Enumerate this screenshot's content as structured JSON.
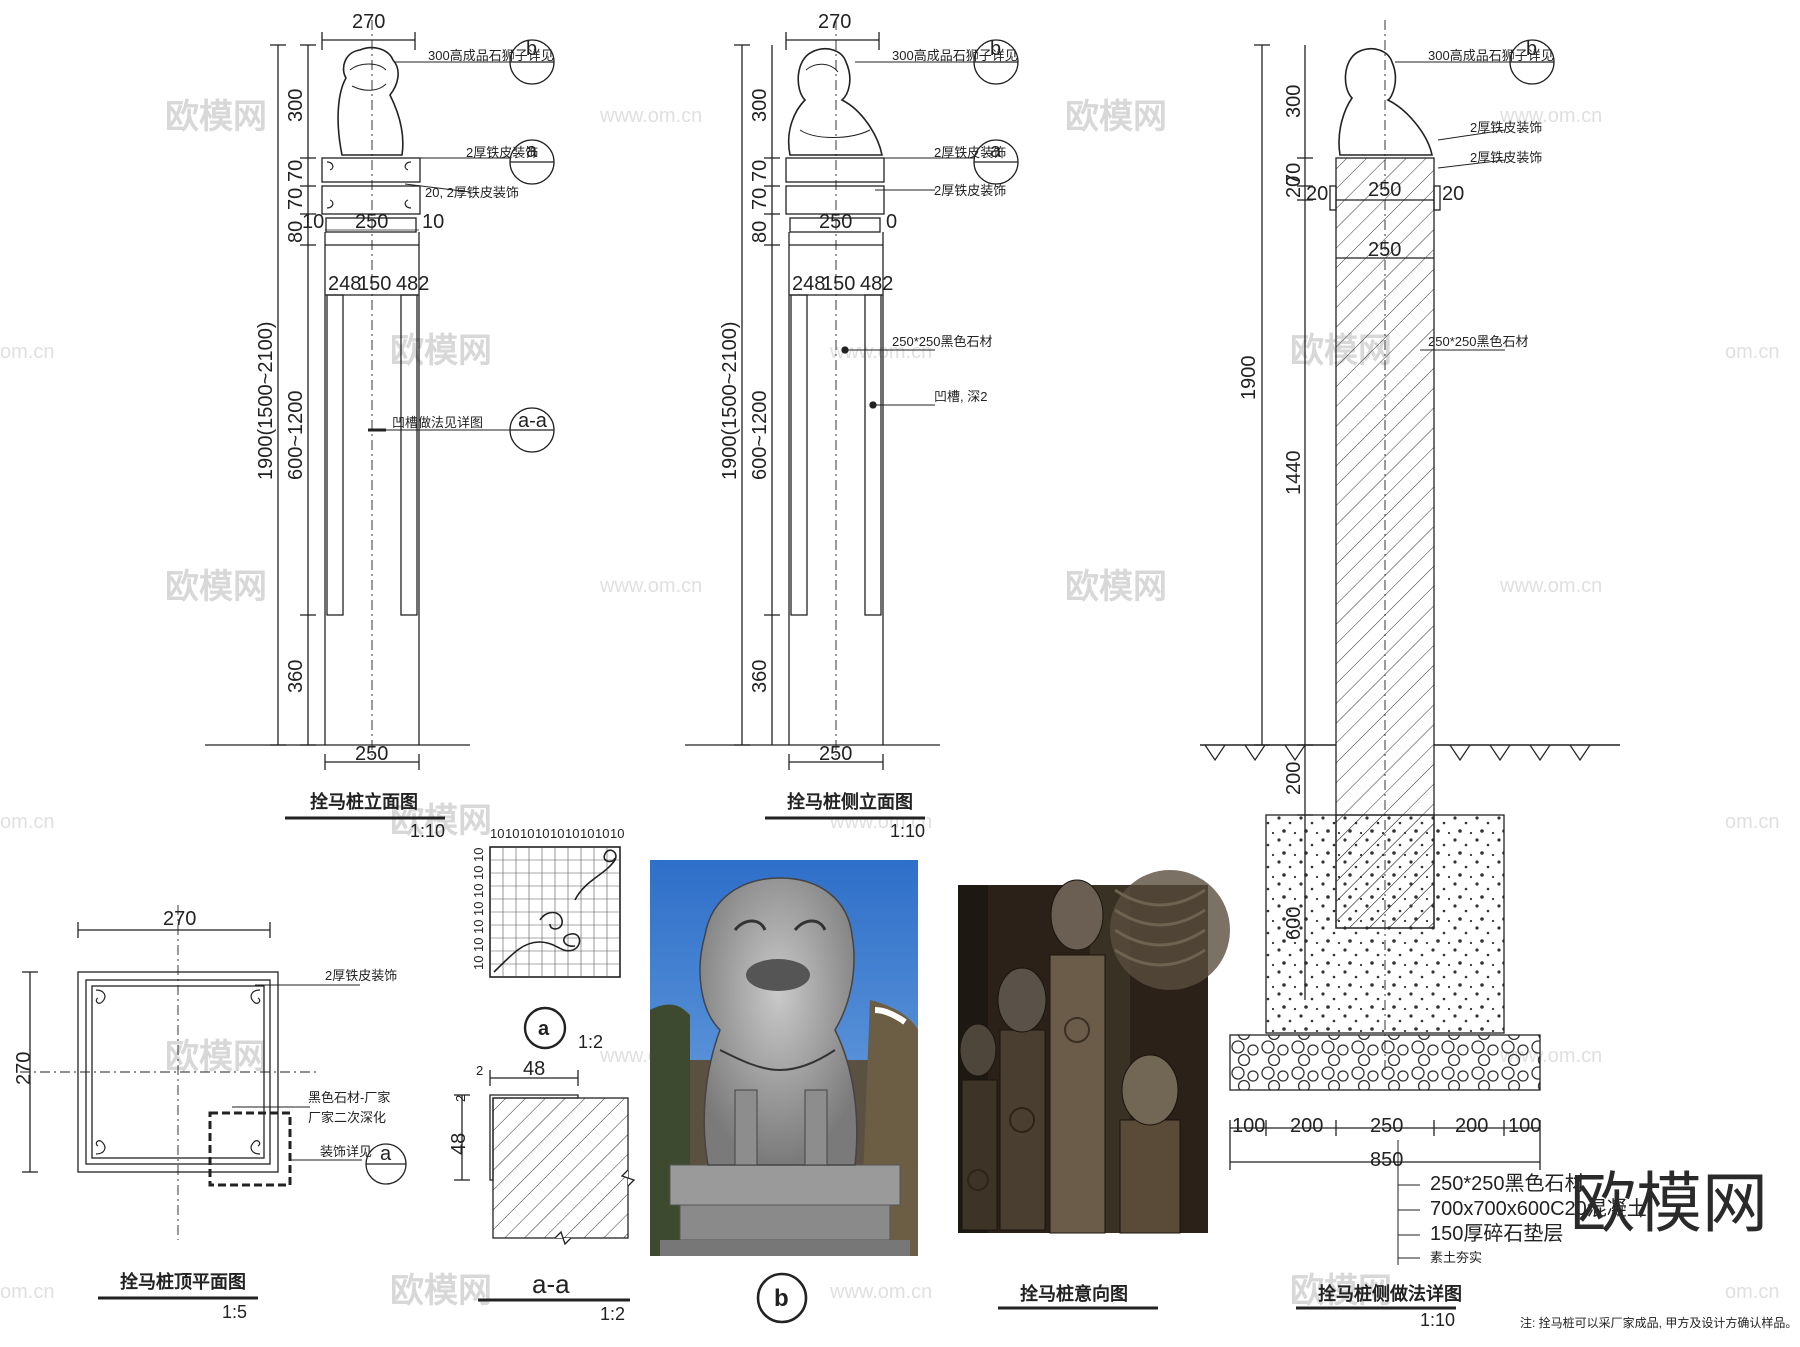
{
  "drawings": {
    "front_elevation": {
      "title": "拴马桩立面图",
      "scale": "1:10",
      "dims": {
        "top_width": "270",
        "bottom_width": "250",
        "mid_width": "250",
        "side_left": "10",
        "side_right": "10",
        "band": [
          "248",
          "150",
          "482"
        ],
        "heights": [
          "300",
          "70",
          "70",
          "80",
          "600~1200",
          "360"
        ],
        "total": "1900(1500~2100)"
      },
      "callouts": {
        "b_label": "300高成品石狮子详见",
        "b_tag": "b",
        "a_label1": "2厚铁皮装饰",
        "a_label2": "20, 2厚铁皮装饰",
        "a_tag": "a",
        "aa_label": "凹槽做法见详图",
        "aa_tag": "a-a"
      }
    },
    "side_elevation": {
      "title": "拴马桩侧立面图",
      "scale": "1:10",
      "dims": {
        "top_width": "270",
        "bottom_width": "250",
        "mid_width": "250",
        "side_right": "0",
        "band": [
          "248",
          "150",
          "482"
        ],
        "heights": [
          "300",
          "70",
          "70",
          "80",
          "600~1200",
          "360"
        ],
        "total": "1900(1500~2100)"
      },
      "callouts": {
        "b_label": "300高成品石狮子详见",
        "b_tag": "b",
        "a_label1": "2厚铁皮装饰",
        "a_label2": "2厚铁皮装饰",
        "a_tag": "a",
        "stone_label": "250*250黑色石材",
        "groove_label": "凹槽, 深2"
      }
    },
    "side_detail": {
      "title": "拴马桩侧做法详图",
      "scale": "1:10",
      "dims": {
        "total": "1900",
        "h300": "300",
        "h70": "70",
        "h20": "20",
        "h1440": "1440",
        "h200": "200",
        "h600": "600",
        "w250a": "250",
        "w250b": "250",
        "side20l": "20",
        "side20r": "20",
        "base": [
          "100",
          "200",
          "250",
          "200",
          "100"
        ],
        "base_total": "850"
      },
      "callouts": {
        "b_label": "300高成品石狮子详见",
        "b_tag": "b",
        "iron1": "2厚铁皮装饰",
        "iron2": "2厚铁皮装饰",
        "stone_label": "250*250黑色石材"
      },
      "layers": [
        "250*250黑色石材",
        "700x700x600C20混凝土",
        "150厚碎石垫层",
        "素土夯实"
      ]
    },
    "top_plan": {
      "title": "拴马桩顶平面图",
      "scale": "1:5",
      "dims": {
        "w": "270",
        "h": "270"
      },
      "callouts": {
        "iron": "2厚铁皮装饰",
        "note1": "黑色石材-厂家",
        "note2": "厂家二次深化",
        "detail": "装饰详见",
        "tag": "a"
      }
    },
    "detail_a": {
      "tag": "a",
      "scale": "1:2",
      "grid_top": [
        "10",
        "10",
        "10",
        "10",
        "10",
        "10",
        "10",
        "10",
        "10",
        "10",
        "10",
        "10"
      ],
      "grid_left": [
        "10",
        "10",
        "10",
        "10",
        "10",
        "10",
        "10",
        "10",
        "10",
        "10"
      ]
    },
    "section_aa": {
      "title": "a-a",
      "scale": "1:2",
      "dims": {
        "w48": "48",
        "w2": "2",
        "h48": "48",
        "h2": "2"
      }
    },
    "photo_b": {
      "tag": "b"
    },
    "photo_intent": {
      "title": "拴马桩意向图"
    }
  },
  "watermark": {
    "cn": "欧模网",
    "url": "www.om.cn",
    "url_short": "om.cn"
  },
  "footnote": "注: 拴马桩可以采厂家成品, 甲方及设计方确认样品。",
  "colors": {
    "line": "#222222",
    "photo_sky": "#5a8fd0",
    "photo_dark": "#2b2118"
  }
}
